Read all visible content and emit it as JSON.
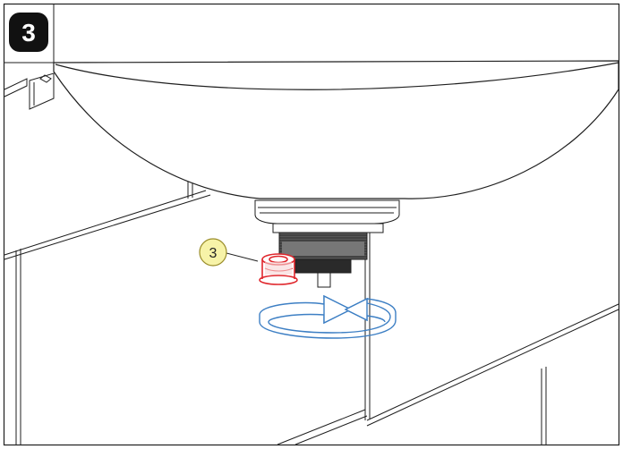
{
  "step": {
    "label": "3"
  },
  "callout": {
    "label": "3"
  },
  "colors": {
    "line": "#1f1f1f",
    "highlight": "#e0262c",
    "rotation_arrow": "#3d7fc4",
    "callout_fill": "#f7f3a8",
    "callout_stroke": "#9a8d2a",
    "badge_fill": "#111111",
    "badge_text": "#ffffff"
  },
  "icons": {
    "step_badge": "step-number-badge",
    "rotation": "rotate-clockwise-arrow-icon"
  }
}
